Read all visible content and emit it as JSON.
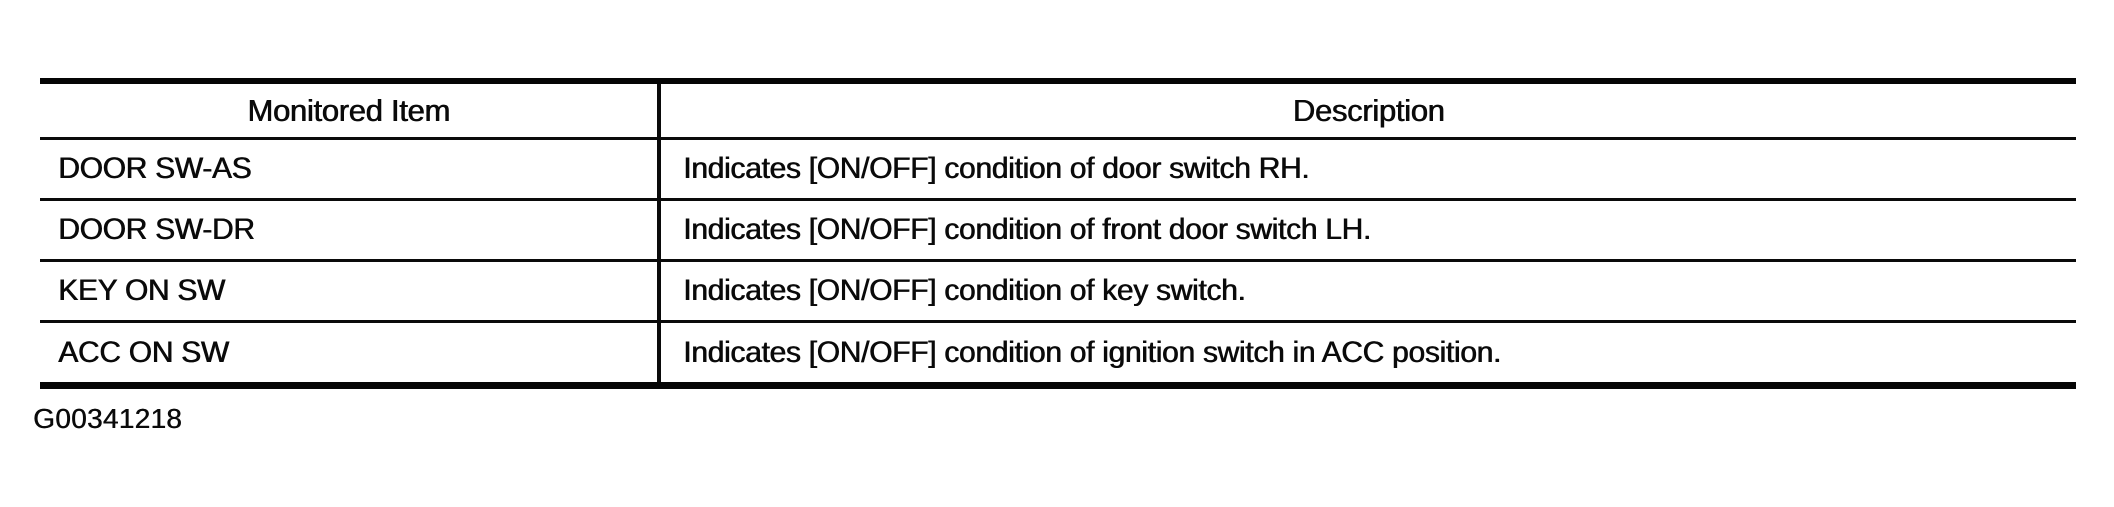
{
  "table": {
    "columns": [
      {
        "label": "Monitored Item"
      },
      {
        "label": "Description"
      }
    ],
    "rows": [
      {
        "item": "DOOR SW-AS",
        "description": "Indicates [ON/OFF] condition of door switch RH."
      },
      {
        "item": "DOOR SW-DR",
        "description": "Indicates [ON/OFF] condition of front door switch LH."
      },
      {
        "item": "KEY ON SW",
        "description": "Indicates [ON/OFF] condition of key switch."
      },
      {
        "item": "ACC ON SW",
        "description": "Indicates [ON/OFF] condition of ignition switch in ACC position."
      }
    ]
  },
  "figure_id": "G00341218",
  "colors": {
    "ink": "#0a0a0a",
    "paper": "#ffffff"
  }
}
